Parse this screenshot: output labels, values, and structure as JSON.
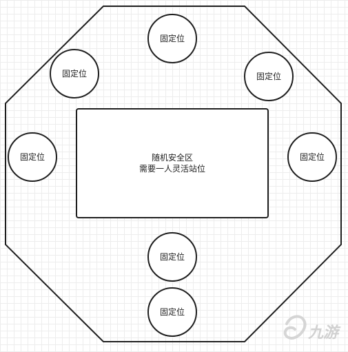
{
  "diagram": {
    "center_zone": {
      "line1": "随机安全区",
      "line2": "需要一人灵活站位"
    },
    "fixed_positions": [
      {
        "label": "固定位"
      },
      {
        "label": "固定位"
      },
      {
        "label": "固定位"
      },
      {
        "label": "固定位"
      },
      {
        "label": "固定位"
      },
      {
        "label": "固定位"
      },
      {
        "label": "固定位"
      }
    ]
  },
  "watermark": {
    "text": "九游"
  }
}
